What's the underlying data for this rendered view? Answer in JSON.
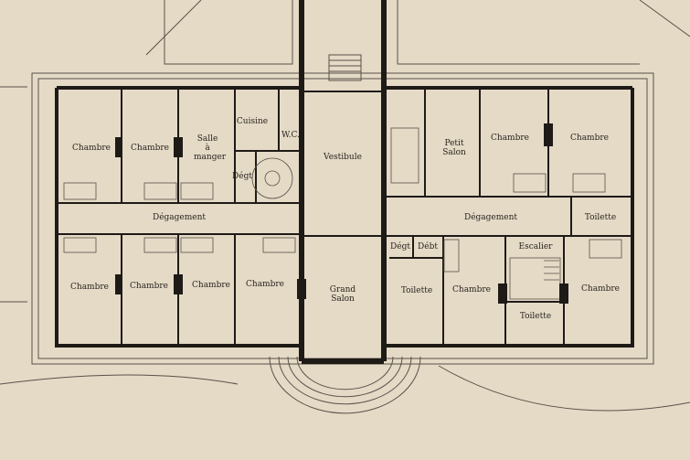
{
  "rooms": {
    "left_top": [
      "Chambre",
      "Chambre",
      "Salle à manger",
      "Cuisine",
      "W.C.",
      "Dégt"
    ],
    "center": [
      "Vestibule",
      "Grand Salon"
    ],
    "right_top": [
      "Petit Salon",
      "Chambre",
      "Chambre"
    ],
    "corridors": [
      "Dégagement",
      "Dégagement",
      "Toilette"
    ],
    "left_bottom": [
      "Chambre",
      "Chambre",
      "Chambre",
      "Chambre"
    ],
    "right_bottom": [
      "Dégt",
      "Débt",
      "Toilette",
      "Chambre",
      "Escalier",
      "Toilette",
      "Chambre"
    ]
  },
  "colors": {
    "paper": "#e4dac6",
    "ink": "#1e1a17"
  }
}
